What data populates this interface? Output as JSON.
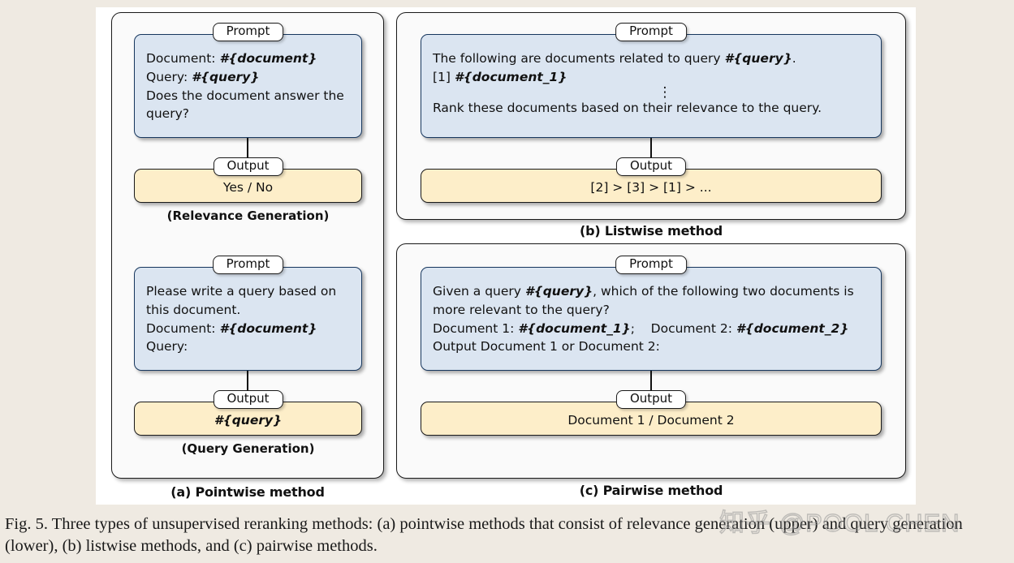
{
  "figure": {
    "caption": "Fig. 5. Three types of unsupervised reranking methods: (a) pointwise methods that consist of relevance generation (upper) and query generation (lower), (b) listwise methods, and (c) pairwise methods.",
    "watermark": "知乎 @POOL CHEN",
    "colors": {
      "page_background": "#efeae2",
      "canvas": "#ffffff",
      "panel_fill": "#fafafa",
      "prompt_fill": "#dbe5f1",
      "prompt_border": "#17375e",
      "output_fill": "#fdeec9",
      "border": "#1a1a1a"
    }
  },
  "labels": {
    "prompt": "Prompt",
    "output": "Output",
    "vertical_ellipsis": "⋮"
  },
  "panels": {
    "pointwise": {
      "caption": "(a) Pointwise method",
      "subsections": [
        {
          "caption": "(Relevance Generation)",
          "prompt": {
            "tab": "Prompt",
            "lines": [
              [
                {
                  "t": "Document: ",
                  "b": false
                },
                {
                  "t": "#{document}",
                  "b": true
                }
              ],
              [
                {
                  "t": "Query: ",
                  "b": false
                },
                {
                  "t": "#{query}",
                  "b": true
                }
              ],
              [
                {
                  "t": "Does the document answer the query?",
                  "b": false
                }
              ]
            ]
          },
          "output": {
            "tab": "Output",
            "text": "Yes / No"
          }
        },
        {
          "caption": "(Query Generation)",
          "prompt": {
            "tab": "Prompt",
            "lines": [
              [
                {
                  "t": "Please write a query based on this document.",
                  "b": false
                }
              ],
              [
                {
                  "t": "Document: ",
                  "b": false
                },
                {
                  "t": "#{document}",
                  "b": true
                }
              ],
              [
                {
                  "t": "Query:",
                  "b": false
                }
              ]
            ]
          },
          "output": {
            "tab": "Output",
            "text": "#{query}",
            "bold": true
          }
        }
      ]
    },
    "listwise": {
      "caption": "(b) Listwise method",
      "prompt": {
        "tab": "Prompt",
        "lines": [
          [
            {
              "t": "The following are documents related to query ",
              "b": false
            },
            {
              "t": "#{query}",
              "b": true
            },
            {
              "t": ".",
              "b": false
            }
          ],
          [
            {
              "t": "[1] ",
              "b": false
            },
            {
              "t": "#{document_1}",
              "b": true
            }
          ],
          [
            {
              "t": "⋮",
              "b": false,
              "center": true
            }
          ],
          [
            {
              "t": "Rank these documents based on their relevance to the query.",
              "b": false
            }
          ]
        ]
      },
      "output": {
        "tab": "Output",
        "text": "[2] > [3] > [1] > ..."
      }
    },
    "pairwise": {
      "caption": "(c) Pairwise method",
      "prompt": {
        "tab": "Prompt",
        "lines": [
          [
            {
              "t": "Given a query ",
              "b": false
            },
            {
              "t": "#{query}",
              "b": true
            },
            {
              "t": ", which of the following two documents is more relevant to the query?",
              "b": false
            }
          ],
          [
            {
              "t": "Document 1: ",
              "b": false
            },
            {
              "t": "#{document_1}",
              "b": true
            },
            {
              "t": ";    Document 2: ",
              "b": false
            },
            {
              "t": "#{document_2}",
              "b": true
            }
          ],
          [
            {
              "t": "Output Document 1 or Document 2:",
              "b": false
            }
          ]
        ]
      },
      "output": {
        "tab": "Output",
        "text": "Document 1 / Document 2"
      }
    }
  }
}
